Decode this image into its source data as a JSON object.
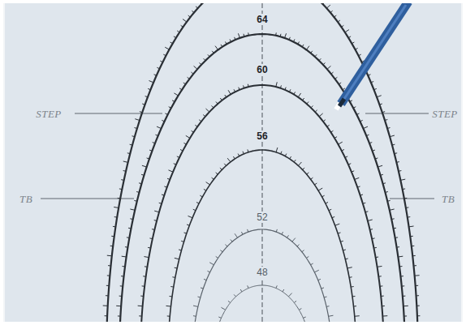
{
  "diagram": {
    "labels": [
      "64",
      "60",
      "56",
      "52",
      "48",
      "STEP",
      "STEP",
      "TB",
      "TB"
    ]
  }
}
